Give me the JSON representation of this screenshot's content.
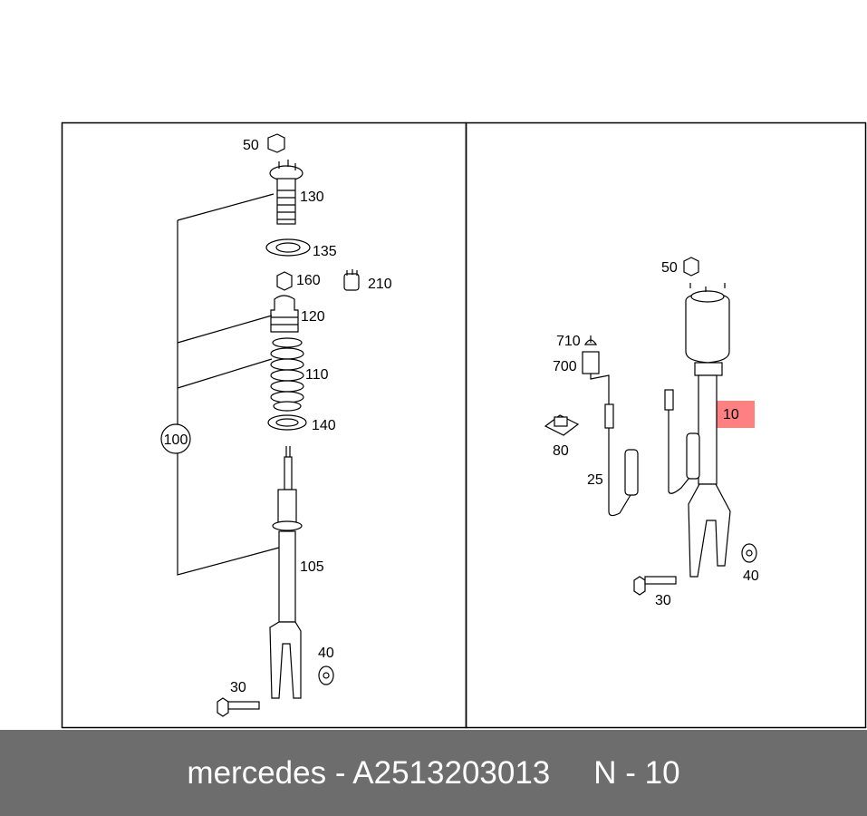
{
  "diagram": {
    "left_panel": {
      "labels": {
        "p50": "50",
        "p130": "130",
        "p135": "135",
        "p160": "160",
        "p210": "210",
        "p120": "120",
        "p110": "110",
        "p140": "140",
        "p100": "100",
        "p105": "105",
        "p40": "40",
        "p30": "30"
      }
    },
    "right_panel": {
      "labels": {
        "p50": "50",
        "p710": "710",
        "p700": "700",
        "p10": "10",
        "p80": "80",
        "p25": "25",
        "p40": "40",
        "p30": "30"
      },
      "highlight_color": "#ff8080",
      "highlighted_part": "10"
    }
  },
  "footer": {
    "part_text": "mercedes - A2513203013",
    "position_text": "N - 10"
  }
}
